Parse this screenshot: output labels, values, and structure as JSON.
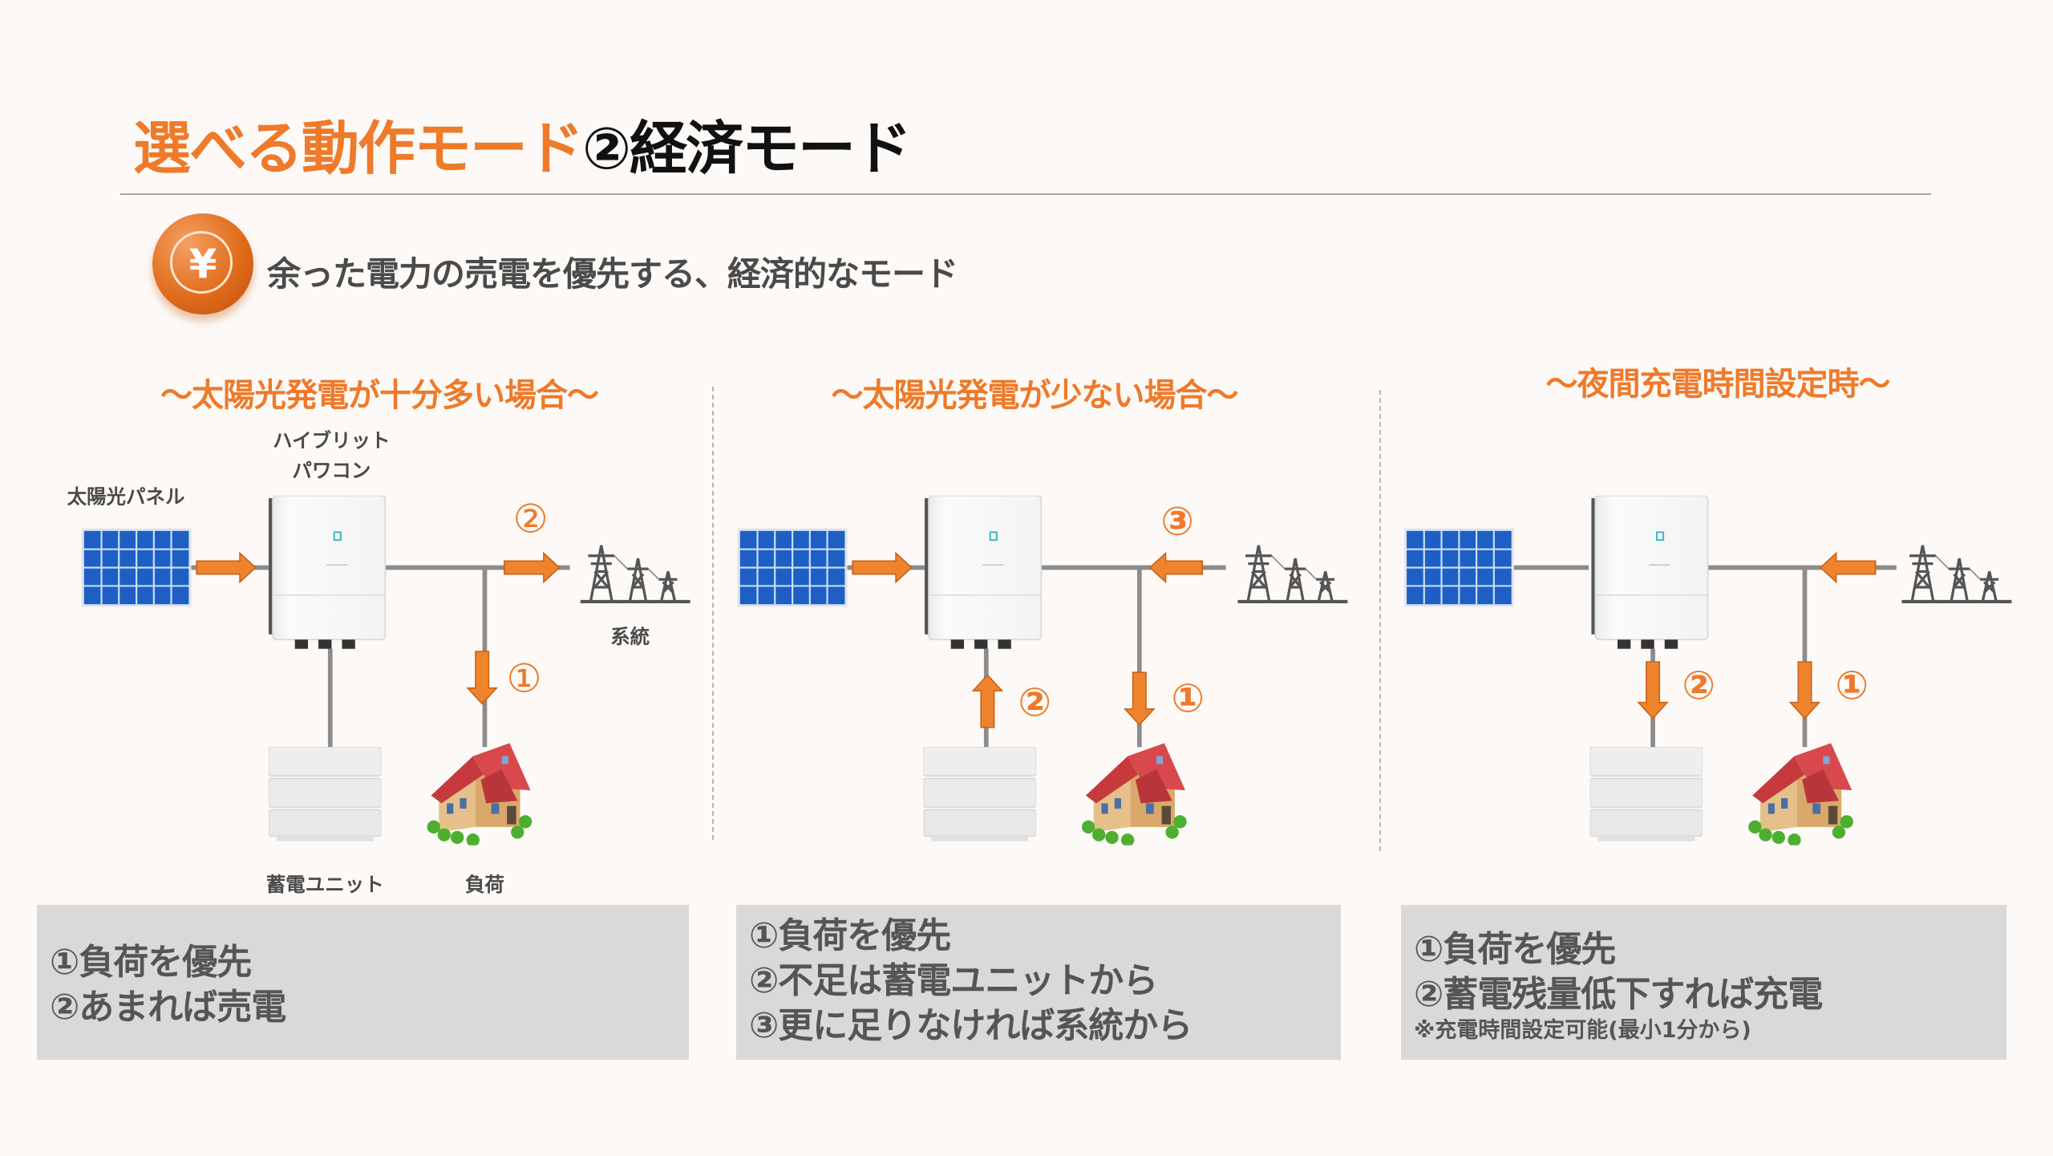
{
  "title": {
    "orange_part": "選べる動作モード",
    "black_part": "②経済モード"
  },
  "subtitle": {
    "icon": "yen-coin-icon",
    "icon_symbol": "¥",
    "text": "余った電力の売電を優先する、経済的なモード"
  },
  "colors": {
    "accent": "#ee7a2a",
    "box_bg": "#d9d9d9",
    "text_gray": "#4a4a4a"
  },
  "panels": [
    {
      "heading": "～太陽光発電が十分多い場合～",
      "labels": {
        "solar": "太陽光パネル",
        "inverter_line1": "ハイブリット",
        "inverter_line2": "パワコン",
        "grid": "系統",
        "battery": "蓄電ユニット",
        "load": "負荷"
      },
      "flow_labels": {
        "grid": "②",
        "load": "①"
      },
      "notes": [
        "①負荷を優先",
        "②あまれば売電"
      ]
    },
    {
      "heading": "～太陽光発電が少ない場合～",
      "flow_labels": {
        "grid": "③",
        "battery": "②",
        "load": "①"
      },
      "notes": [
        "①負荷を優先",
        "②不足は蓄電ユニットから",
        "③更に足りなければ系統から"
      ]
    },
    {
      "heading": "～夜間充電時間設定時～",
      "flow_labels": {
        "battery": "②",
        "load": "①"
      },
      "notes": [
        "①負荷を優先",
        "②蓄電残量低下すれば充電"
      ],
      "footnote": "※充電時間設定可能(最小1分から)"
    }
  ]
}
